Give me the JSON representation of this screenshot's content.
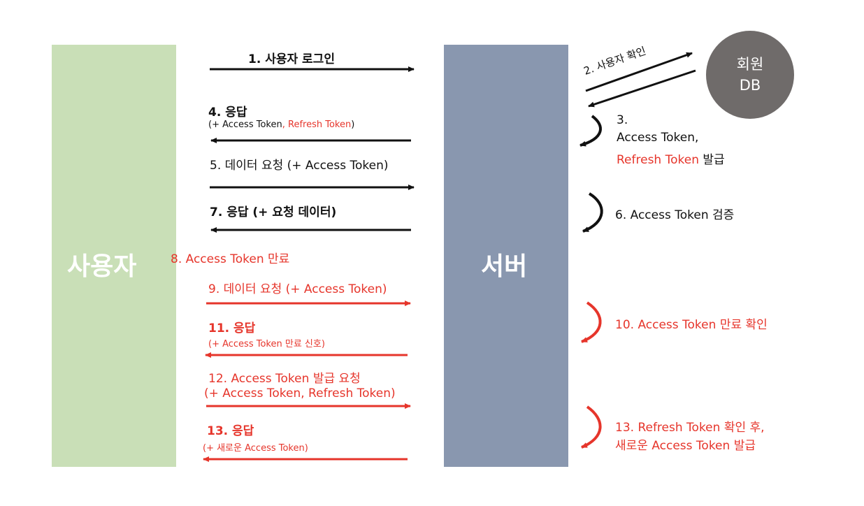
{
  "actors": {
    "user": "사용자",
    "server": "서버",
    "db_line1": "회원",
    "db_line2": "DB"
  },
  "steps": {
    "s1": "1. 사용자 로그인",
    "s2": "2. 사용자 확인",
    "s3_num": "3.",
    "s3_line1": "Access Token,",
    "s3_refresh": "Refresh Token",
    "s3_issue": " 발급",
    "s4_title": "4. 응답",
    "s4_detail_a": "(+ Access Token",
    "s4_detail_b": ", Refresh Token",
    "s4_detail_c": ")",
    "s5": "5. 데이터 요청 (+ Access Token)",
    "s6": "6. Access Token 검증",
    "s7": "7. 응답 (+ 요청 데이터)",
    "s8": "8. Access Token 만료",
    "s9": "9. 데이터 요청 (+ Access Token)",
    "s10": "10. Access Token 만료 확인",
    "s11_title": "11. 응답",
    "s11_detail": "(+ Access Token 만료 신호)",
    "s12_line1": "12. Access Token 발급 요청",
    "s12_line2": "(+ Access Token, Refresh Token)",
    "s13_title": "13. 응답",
    "s13_detail": "(+ 새로운 Access Token)",
    "s13_server_line1": "13. Refresh Token 확인 후,",
    "s13_server_line2": "새로운 Access Token 발급"
  },
  "colors": {
    "user_lane": "#c9dfb7",
    "server_lane": "#8997af",
    "db": "#6f6b6a",
    "black_flow": "#111111",
    "red_flow": "#e6352b"
  }
}
